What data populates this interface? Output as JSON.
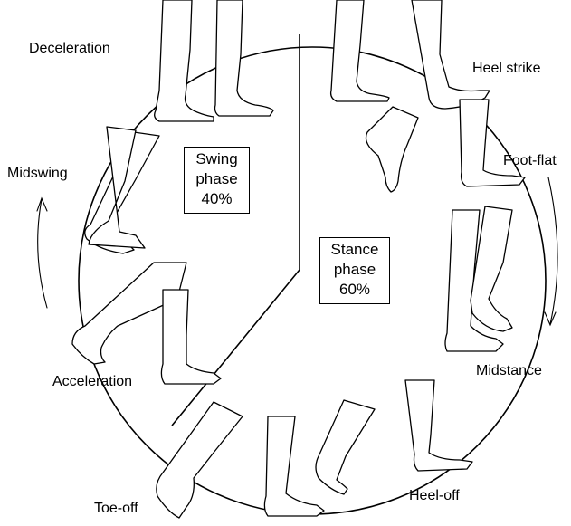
{
  "figure": {
    "phase_labels": [
      {
        "id": "deceleration",
        "text": "Deceleration"
      },
      {
        "id": "heel_strike",
        "text": "Heel strike"
      },
      {
        "id": "midswing",
        "text": "Midswing"
      },
      {
        "id": "foot_flat",
        "text": "Foot-flat"
      },
      {
        "id": "midstance",
        "text": "Midstance"
      },
      {
        "id": "acceleration",
        "text": "Acceleration"
      },
      {
        "id": "heel_off",
        "text": "Heel-off"
      },
      {
        "id": "toe_off",
        "text": "Toe-off"
      }
    ],
    "swing_box": {
      "line1": "Swing",
      "line2": "phase",
      "line3": "40%"
    },
    "stance_box": {
      "line1": "Stance",
      "line2": "phase",
      "line3": "60%"
    },
    "phase_split": {
      "swing_percent": 40,
      "stance_percent": 60
    },
    "icons": [
      "leg-illustration",
      "circular-arrow"
    ],
    "colors": {
      "line": "#000000",
      "background": "#ffffff"
    }
  }
}
